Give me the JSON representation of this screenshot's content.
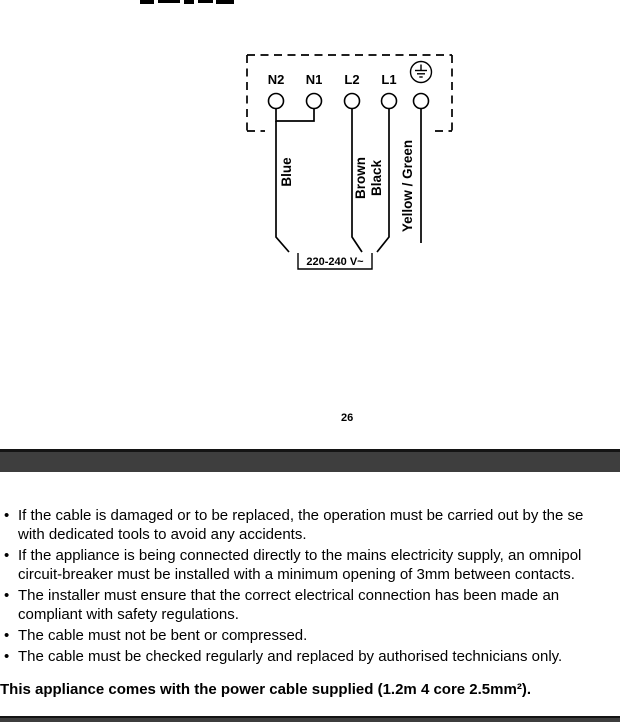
{
  "colors": {
    "background": "#ffffff",
    "text": "#000000",
    "separator_bar": "#3e3e3e",
    "separator_bar_edge": "#141414"
  },
  "diagram": {
    "terminals": [
      "N2",
      "N1",
      "L2",
      "L1"
    ],
    "earth_icon": "earth-ground-symbol",
    "wires": {
      "blue": "Blue",
      "brown": "Brown",
      "black": "Black",
      "earth": "Yellow / Green"
    },
    "voltage": "220-240 V~"
  },
  "page_number": "26",
  "content": {
    "bullet_char": "•",
    "bullets": [
      {
        "lines": [
          "If the cable is damaged or to be replaced, the operation must be carried out by the se",
          "with dedicated tools to avoid any accidents."
        ]
      },
      {
        "lines": [
          "If the appliance is being connected directly to the mains electricity supply, an omnipol",
          "circuit-breaker must be installed with a minimum opening of 3mm between contacts."
        ]
      },
      {
        "lines": [
          "The installer must ensure that the correct electrical connection has been made an",
          "compliant with safety regulations."
        ]
      },
      {
        "lines": [
          "The cable must not be bent or compressed."
        ]
      },
      {
        "lines": [
          "The cable must be checked regularly and replaced by authorised technicians only."
        ]
      }
    ],
    "bold_note": "This appliance comes with the power cable supplied (1.2m 4 core 2.5mm²)."
  }
}
